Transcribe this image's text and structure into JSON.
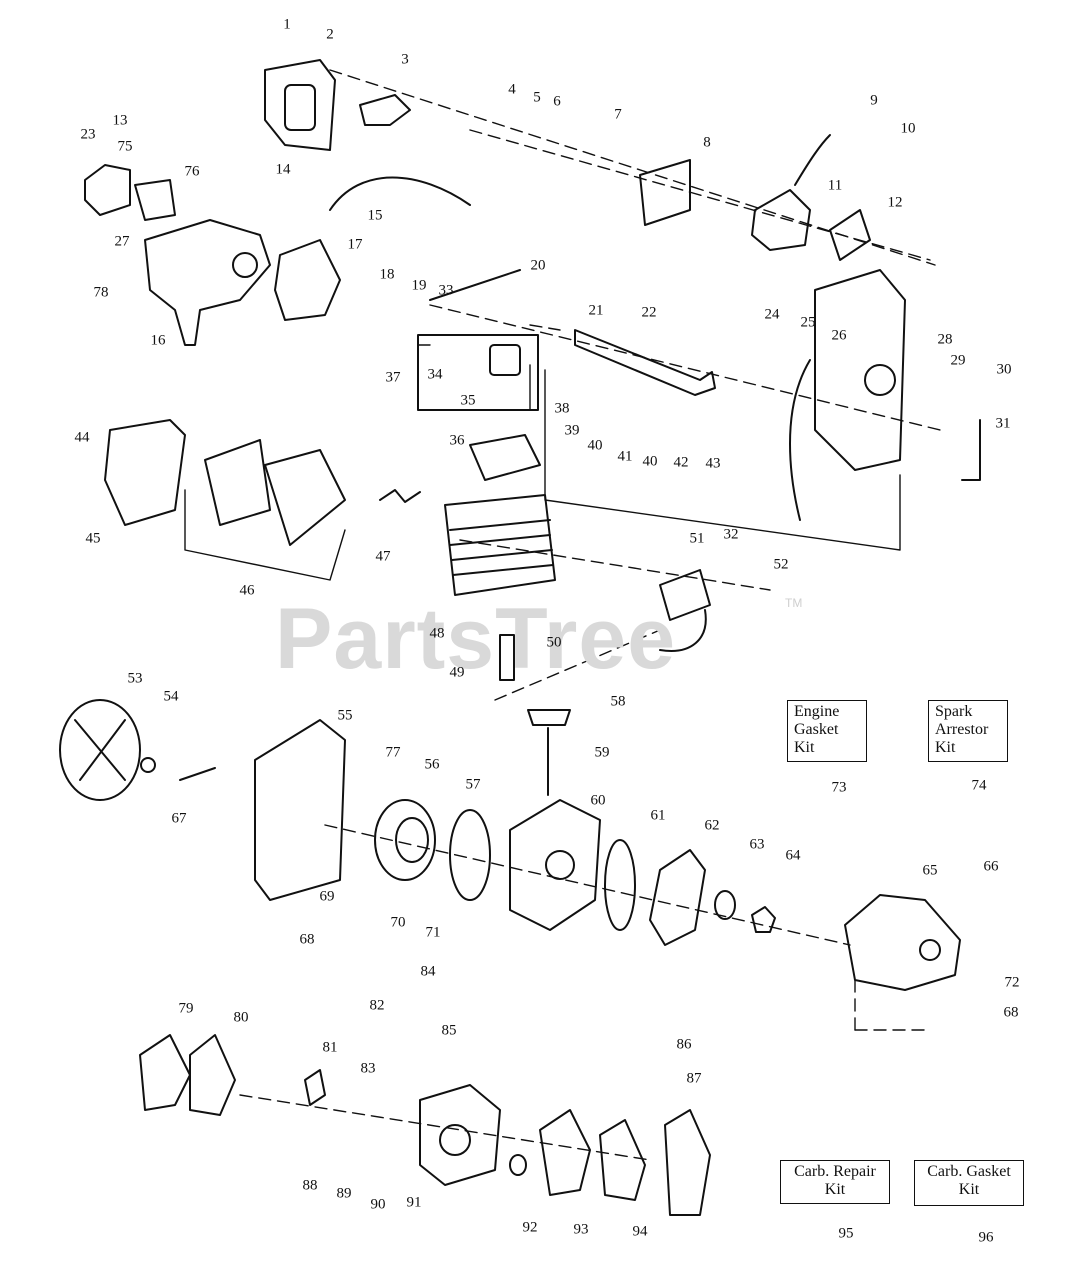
{
  "watermark": {
    "text": "PartsTree",
    "tm": "TM"
  },
  "kits": [
    {
      "id": "engine-gasket",
      "line1": "Engine",
      "line2": "Gasket",
      "line3": "Kit",
      "number": "73"
    },
    {
      "id": "spark-arrestor",
      "line1": "Spark",
      "line2": "Arrestor",
      "line3": "Kit",
      "number": "74"
    },
    {
      "id": "carb-repair",
      "line1": "Carb. Repair",
      "line2": "Kit",
      "number": "95"
    },
    {
      "id": "carb-gasket",
      "line1": "Carb. Gasket",
      "line2": "Kit",
      "number": "96"
    }
  ],
  "callouts": [
    "1",
    "2",
    "3",
    "4",
    "5",
    "6",
    "7",
    "8",
    "9",
    "10",
    "11",
    "12",
    "13",
    "14",
    "15",
    "16",
    "17",
    "18",
    "19",
    "20",
    "21",
    "22",
    "23",
    "24",
    "25",
    "26",
    "27",
    "28",
    "29",
    "30",
    "31",
    "32",
    "33",
    "34",
    "35",
    "36",
    "37",
    "38",
    "39",
    "40",
    "40",
    "41",
    "42",
    "43",
    "44",
    "45",
    "46",
    "47",
    "48",
    "49",
    "50",
    "51",
    "52",
    "53",
    "54",
    "55",
    "56",
    "57",
    "58",
    "59",
    "60",
    "61",
    "62",
    "63",
    "64",
    "65",
    "66",
    "67",
    "68",
    "68",
    "69",
    "70",
    "71",
    "72",
    "75",
    "76",
    "77",
    "78",
    "79",
    "80",
    "81",
    "82",
    "83",
    "84",
    "85",
    "86",
    "87",
    "88",
    "89",
    "90",
    "91",
    "92",
    "93",
    "94"
  ]
}
